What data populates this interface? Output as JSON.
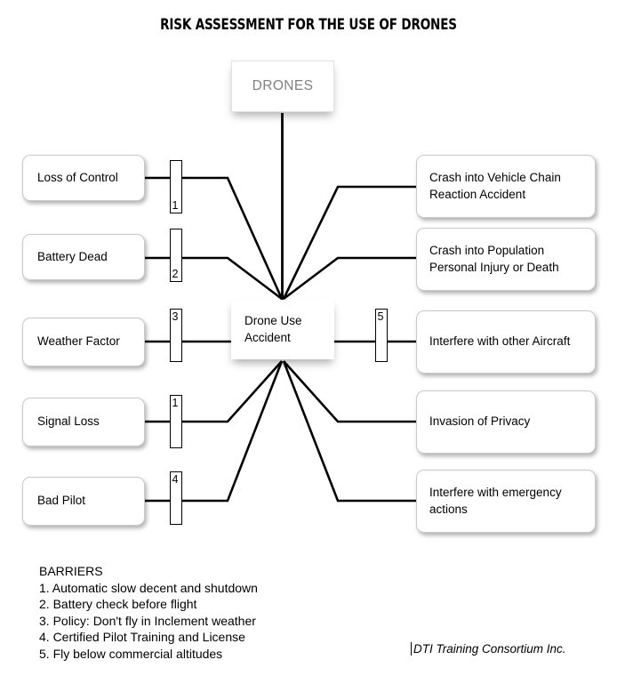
{
  "title": "RISK ASSESSMENT FOR THE USE OF DRONES",
  "source": {
    "label": "DRONES"
  },
  "center_event": {
    "label": "Drone Use Accident"
  },
  "hazards": [
    {
      "label": "Loss of Control",
      "barrier": "1",
      "barrier_num_pos": "bottom"
    },
    {
      "label": "Battery Dead",
      "barrier": "2",
      "barrier_num_pos": "bottom"
    },
    {
      "label": "Weather Factor",
      "barrier": "3",
      "barrier_num_pos": "top"
    },
    {
      "label": "Signal Loss",
      "barrier": "1",
      "barrier_num_pos": "top"
    },
    {
      "label": "Bad Pilot",
      "barrier": "4",
      "barrier_num_pos": "top"
    }
  ],
  "consequences": [
    {
      "label": "Crash into Vehicle Chain Reaction Accident",
      "barrier": null,
      "barrier_num_pos": null
    },
    {
      "label": "Crash into Population Personal Injury or Death",
      "barrier": null,
      "barrier_num_pos": null
    },
    {
      "label": "Interfere with other Aircraft",
      "barrier": "5",
      "barrier_num_pos": "top"
    },
    {
      "label": "Invasion of Privacy",
      "barrier": null,
      "barrier_num_pos": null
    },
    {
      "label": "Interfere with emergency actions",
      "barrier": null,
      "barrier_num_pos": null
    }
  ],
  "legend": {
    "heading": "BARRIERS",
    "items": [
      "1. Automatic slow decent and shutdown",
      "2. Battery check before flight",
      "3. Policy: Don't fly in Inclement weather",
      "4. Certified Pilot Training and License",
      "5. Fly below commercial altitudes"
    ]
  },
  "footer": {
    "text": "DTI Training Consortium Inc."
  },
  "colors": {
    "background": "#ffffff",
    "line": "#000000",
    "box_border": "#c9c9c9",
    "source_text": "#808080",
    "text": "#000000"
  },
  "diagram_data": {
    "type": "bowtie-risk-diagram",
    "source_node": "DRONES",
    "top_event": "Drone Use Accident",
    "threat_count": 5,
    "consequence_count": 5,
    "barrier_count": 5,
    "barriers_on_threat_lines": [
      "1",
      "2",
      "3",
      "1",
      "4"
    ],
    "barriers_on_consequence_lines": [
      "5"
    ]
  }
}
